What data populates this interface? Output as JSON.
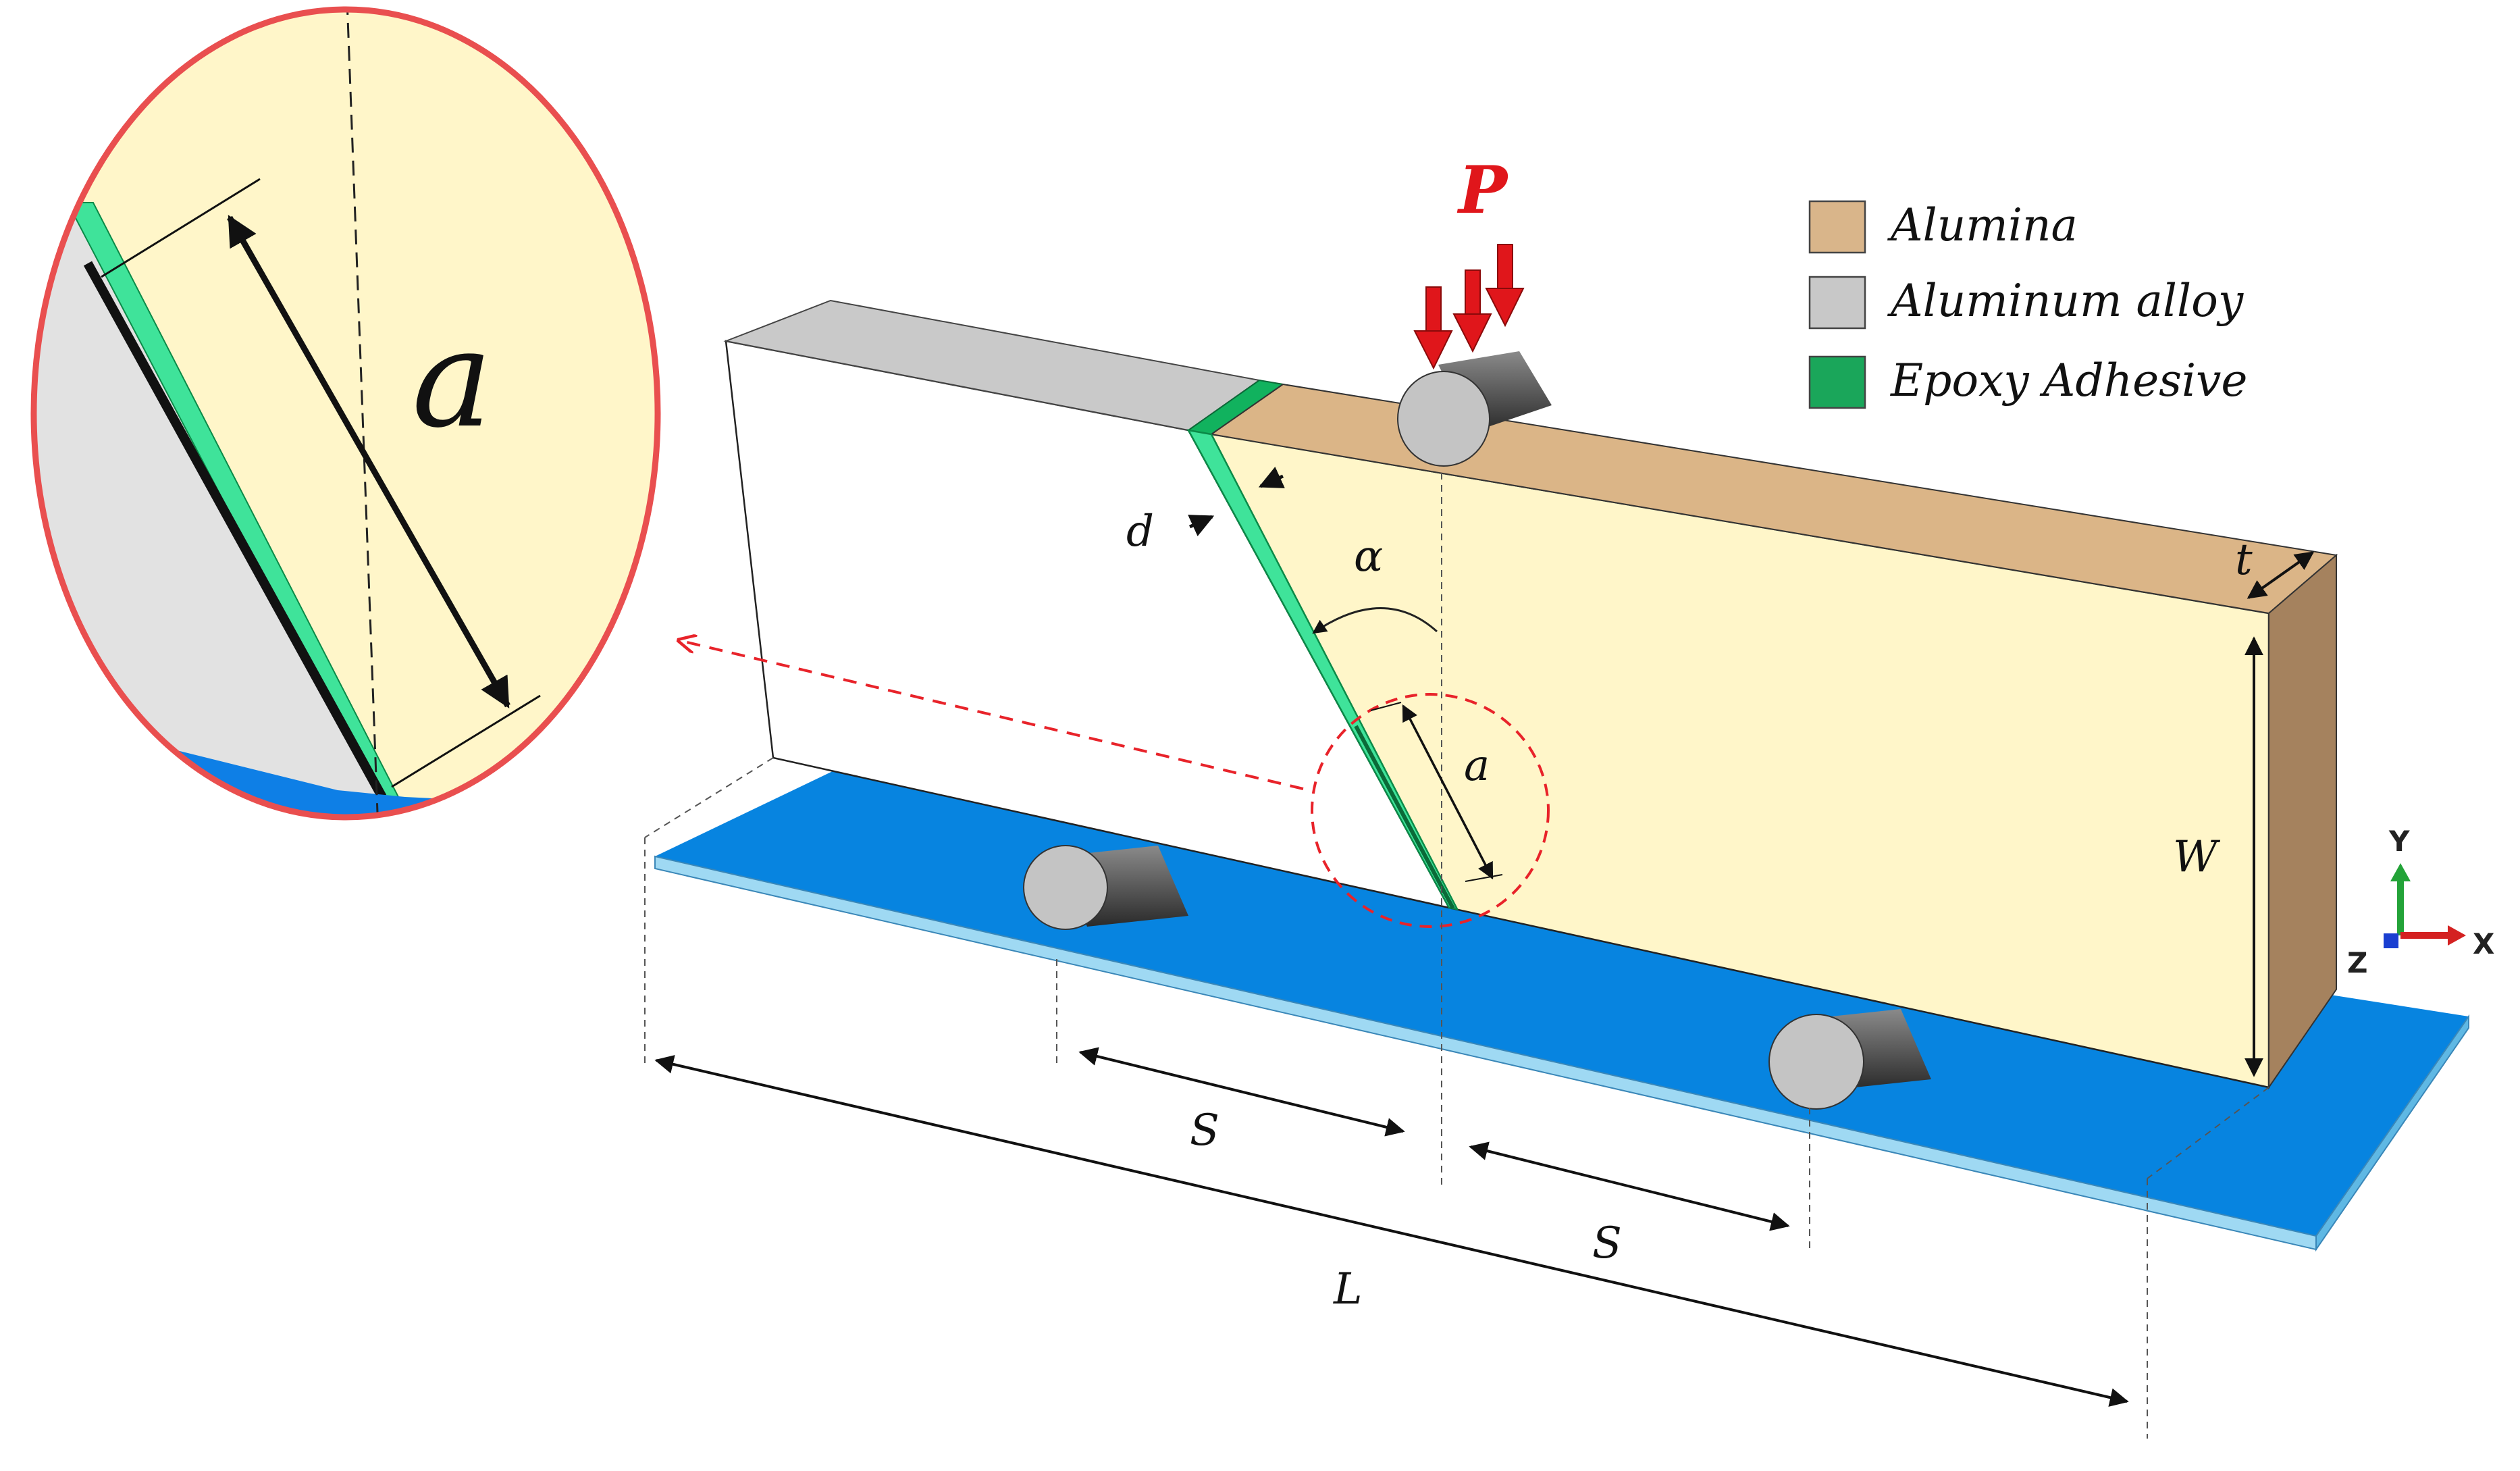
{
  "legend": {
    "items": [
      {
        "label": "Alumina",
        "color": "#d9b58a"
      },
      {
        "label": "Aluminum alloy",
        "color": "#c8c8c8"
      },
      {
        "label": "Epoxy Adhesive",
        "color": "#1aa65a"
      }
    ]
  },
  "labels": {
    "load": "P",
    "crack_length": "a",
    "crack_length_zoom": "a",
    "adhesive_thickness": "d",
    "joint_angle": "α",
    "thickness": "t",
    "height": "W",
    "span_left": "S",
    "span_right": "S",
    "length": "L"
  },
  "axes": {
    "y": "Y",
    "x": "X",
    "z": "Z"
  },
  "colors": {
    "alumina_face": "#fff6c9",
    "alumina_top": "#dbb587",
    "alumina_side": "#a5825e",
    "aluminum_top": "#c9c9c9",
    "aluminum_face": "#ffffff",
    "epoxy": "#3fe39a",
    "epoxy_dark": "#0b9a52",
    "base_plate": "#0784e0",
    "base_edge": "#9fd9f3",
    "load_arrow": "#e0161b",
    "zoom_circle": "#e94f4f",
    "crack_dash": "#e8232a"
  }
}
